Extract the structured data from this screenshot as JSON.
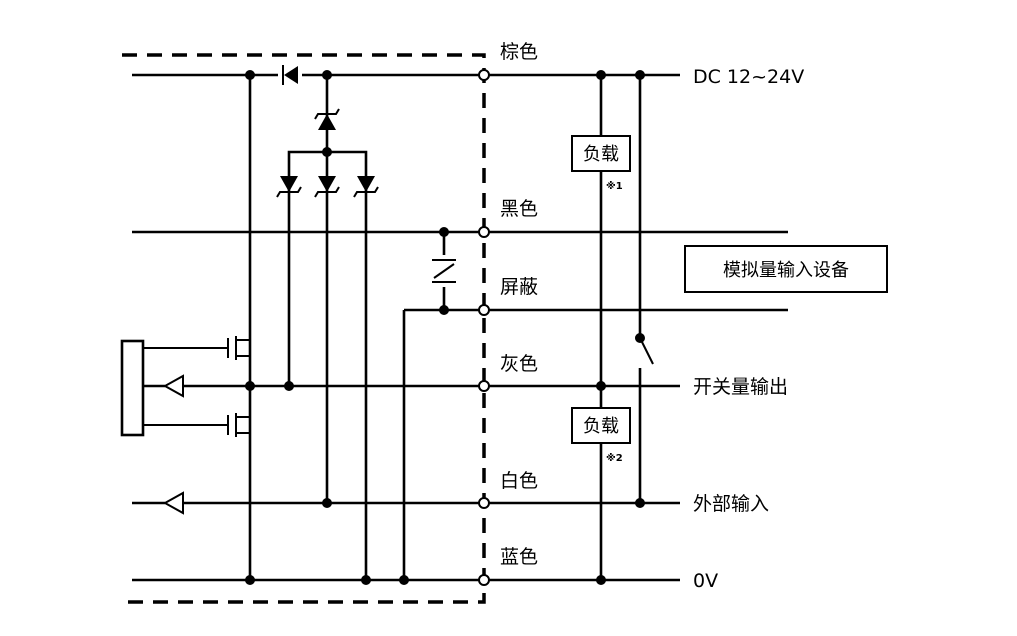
{
  "wire_colors": {
    "brown": "棕色",
    "black": "黑色",
    "shield": "屏蔽",
    "gray": "灰色",
    "white": "白色",
    "blue": "蓝色"
  },
  "outputs": {
    "supply": "DC 12~24V",
    "switch_output": "开关量输出",
    "external_input": "外部输入",
    "zero_volt": "0V"
  },
  "devices": {
    "load": "负载",
    "analog_device": "模拟量输入设备"
  },
  "notes": {
    "note1": "※1",
    "note2": "※2"
  }
}
